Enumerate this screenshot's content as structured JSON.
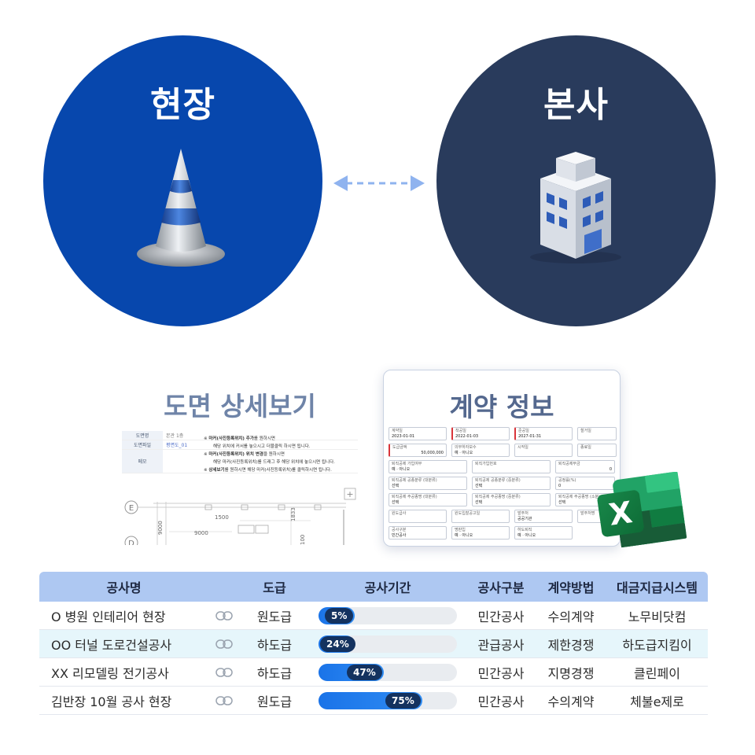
{
  "site": {
    "title": "현장"
  },
  "hq": {
    "title": "본사"
  },
  "drawing": {
    "title": "도면 상세보기",
    "fields": [
      {
        "key": "도면명",
        "value": "본관 1층"
      },
      {
        "key": "도면파일",
        "value": "평면도_01"
      },
      {
        "key": "메모",
        "value": ""
      }
    ],
    "notes": [
      {
        "bullet": "※",
        "bold": "마커(사진등록위치) 추가",
        "rest": "를 원하시면"
      },
      {
        "bullet": "",
        "bold": "",
        "rest": "해당 위치에 커서를 놓으시고 더블클릭 하시면 됩니다."
      },
      {
        "bullet": "※",
        "bold": "마커(사진등록위치) 위치 변경",
        "rest": "을 원하시면"
      },
      {
        "bullet": "",
        "bold": "",
        "rest": "해당 마커(사진등록위치)를 드래그 후 해당 위치에 놓으시면 됩니다."
      },
      {
        "bullet": "※",
        "bold": "상세보기",
        "rest": "를 원하시면 해당 마커(사진등록위치)를 클릭하시면 됩니다."
      }
    ],
    "axis_e": "E",
    "axis_d": "D",
    "dim_1500": "1500",
    "dim_9000": "9000",
    "dim_9000_v": "9000",
    "dim_1833": "1833",
    "dim_100": "100",
    "plus": "+"
  },
  "contract": {
    "title": "계약 정보",
    "rows": [
      [
        {
          "label": "계약일",
          "value": "2023-01-01",
          "req": false,
          "w": 74
        },
        {
          "label": "착공일",
          "value": "2022-01-03",
          "req": true,
          "w": 74
        },
        {
          "label": "준공일",
          "value": "2027-01-31",
          "req": true,
          "w": 74
        },
        {
          "label": "철거일",
          "value": "",
          "req": false,
          "w": 50
        }
      ],
      [
        {
          "label": "도급금액",
          "value": "50,000,000",
          "req": true,
          "w": 74,
          "right": true
        },
        {
          "label": "의무하자보수",
          "value": "예 · 아니오",
          "req": false,
          "w": 74
        },
        {
          "label": "시작일",
          "value": "",
          "req": false,
          "w": 74
        },
        {
          "label": "종료일",
          "value": "",
          "req": false,
          "w": 50
        }
      ],
      [
        {
          "label": "퇴직공제 가입여부",
          "value": "예 · 아니오",
          "req": false,
          "w": 100
        },
        {
          "label": "퇴직가입번호",
          "value": "",
          "req": false,
          "w": 100
        },
        {
          "label": "퇴직공제부금",
          "value": "0",
          "req": false,
          "w": 76,
          "right": true
        }
      ],
      [
        {
          "label": "퇴직공제 공종분류 (대분류)",
          "value": "선택",
          "req": false,
          "w": 100
        },
        {
          "label": "퇴직공제 공종분류 (중분류)",
          "value": "선택",
          "req": false,
          "w": 100
        },
        {
          "label": "공정률(%)",
          "value": "0",
          "req": false,
          "w": 76
        }
      ],
      [
        {
          "label": "퇴직공제 주공종명 (대분류)",
          "value": "선택",
          "req": false,
          "w": 100
        },
        {
          "label": "퇴직공제 주공종명 (중분류)",
          "value": "선택",
          "req": false,
          "w": 100
        },
        {
          "label": "퇴직공제 주공종명 (소분)",
          "value": "선택",
          "req": false,
          "w": 76
        }
      ],
      [
        {
          "label": "원도급사",
          "value": "",
          "req": false,
          "w": 74
        },
        {
          "label": "원도입찰공고일",
          "value": "",
          "req": false,
          "w": 74
        },
        {
          "label": "발주처",
          "value": "공공기관",
          "req": false,
          "w": 74
        },
        {
          "label": "발주처명",
          "value": "",
          "req": false,
          "w": 50
        }
      ],
      [
        {
          "label": "공사구분",
          "value": "민간공사",
          "req": false,
          "w": 74
        },
        {
          "label": "명판입",
          "value": "예 · 아니오",
          "req": false,
          "w": 74
        },
        {
          "label": "하도퇴직",
          "value": "예 · 아니오",
          "req": false,
          "w": 74
        }
      ]
    ]
  },
  "excel": {
    "letter": "X",
    "colors": {
      "dark": "#185c37",
      "mid": "#21a366",
      "light": "#33c481",
      "tile": "#107c41"
    }
  },
  "table": {
    "headers": {
      "name": "공사명",
      "sub": "도급",
      "period": "공사기간",
      "kind": "공사구분",
      "method": "계약방법",
      "pay": "대금지급시스템"
    },
    "rows": [
      {
        "name": "O 병원 인테리어 현장",
        "sub": "원도급",
        "progress": 5,
        "progress_label": "5%",
        "kind": "민간공사",
        "method": "수의계약",
        "pay": "노무비닷컴"
      },
      {
        "name": "OO 터널 도로건설공사",
        "sub": "하도급",
        "progress": 24,
        "progress_label": "24%",
        "kind": "관급공사",
        "method": "제한경쟁",
        "pay": "하도급지킴이"
      },
      {
        "name": "XX 리모델링 전기공사",
        "sub": "하도급",
        "progress": 47,
        "progress_label": "47%",
        "kind": "민간공사",
        "method": "지명경쟁",
        "pay": "클린페이"
      },
      {
        "name": "김반장 10월 공사 현장",
        "sub": "원도급",
        "progress": 75,
        "progress_label": "75%",
        "kind": "민간공사",
        "method": "수의계약",
        "pay": "체불e제로"
      }
    ]
  },
  "colors": {
    "site": "#0747ad",
    "hq": "#293b5c",
    "header": "#aec8f2",
    "alt_row": "#e6f6fb",
    "arrow": "#8fb3ef"
  }
}
